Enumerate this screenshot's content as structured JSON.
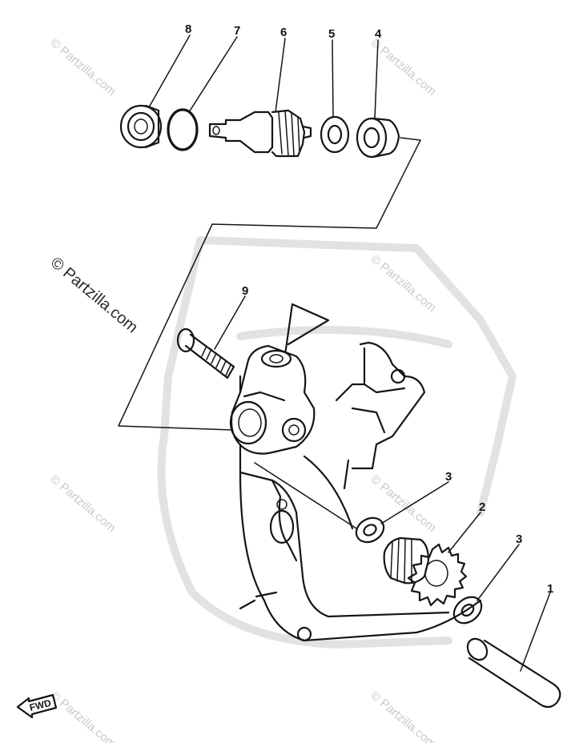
{
  "callouts": {
    "n1": "1",
    "n2": "2",
    "n3a": "3",
    "n3b": "3",
    "n4": "4",
    "n5": "5",
    "n6": "6",
    "n7": "7",
    "n8": "8",
    "n9": "9"
  },
  "watermark": {
    "text": "© Partzilla.com"
  },
  "fwd_label": "FWD"
}
